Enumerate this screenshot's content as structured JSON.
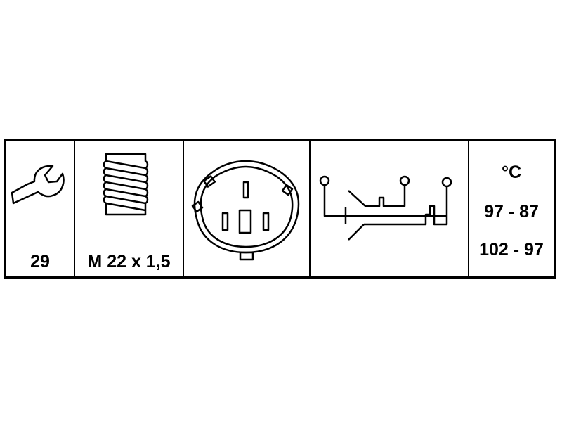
{
  "wrench_size": "29",
  "thread": "M 22 x 1,5",
  "temp_unit": "°C",
  "temp_range_1": "97 - 87",
  "temp_range_2": "102 - 97",
  "colors": {
    "line": "#000000",
    "background": "#ffffff"
  },
  "icons": [
    "wrench-icon",
    "thread-icon",
    "connector-icon",
    "switch-diagram-icon"
  ]
}
